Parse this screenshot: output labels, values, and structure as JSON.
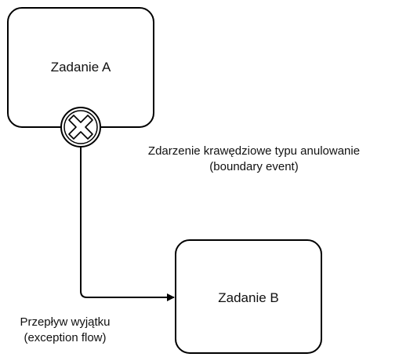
{
  "tasks": [
    {
      "label": "Zadanie A"
    },
    {
      "label": "Zadanie B"
    }
  ],
  "boundary_event": {
    "type": "cancel",
    "icon": "cancel-x-icon",
    "annotation_line1": "Zdarzenie krawędziowe typu anulowanie",
    "annotation_line2": "(boundary event)"
  },
  "exception_flow": {
    "annotation_line1": "Przepływ wyjątku",
    "annotation_line2": "(exception flow)"
  },
  "colors": {
    "stroke": "#000000",
    "fill": "#ffffff"
  }
}
